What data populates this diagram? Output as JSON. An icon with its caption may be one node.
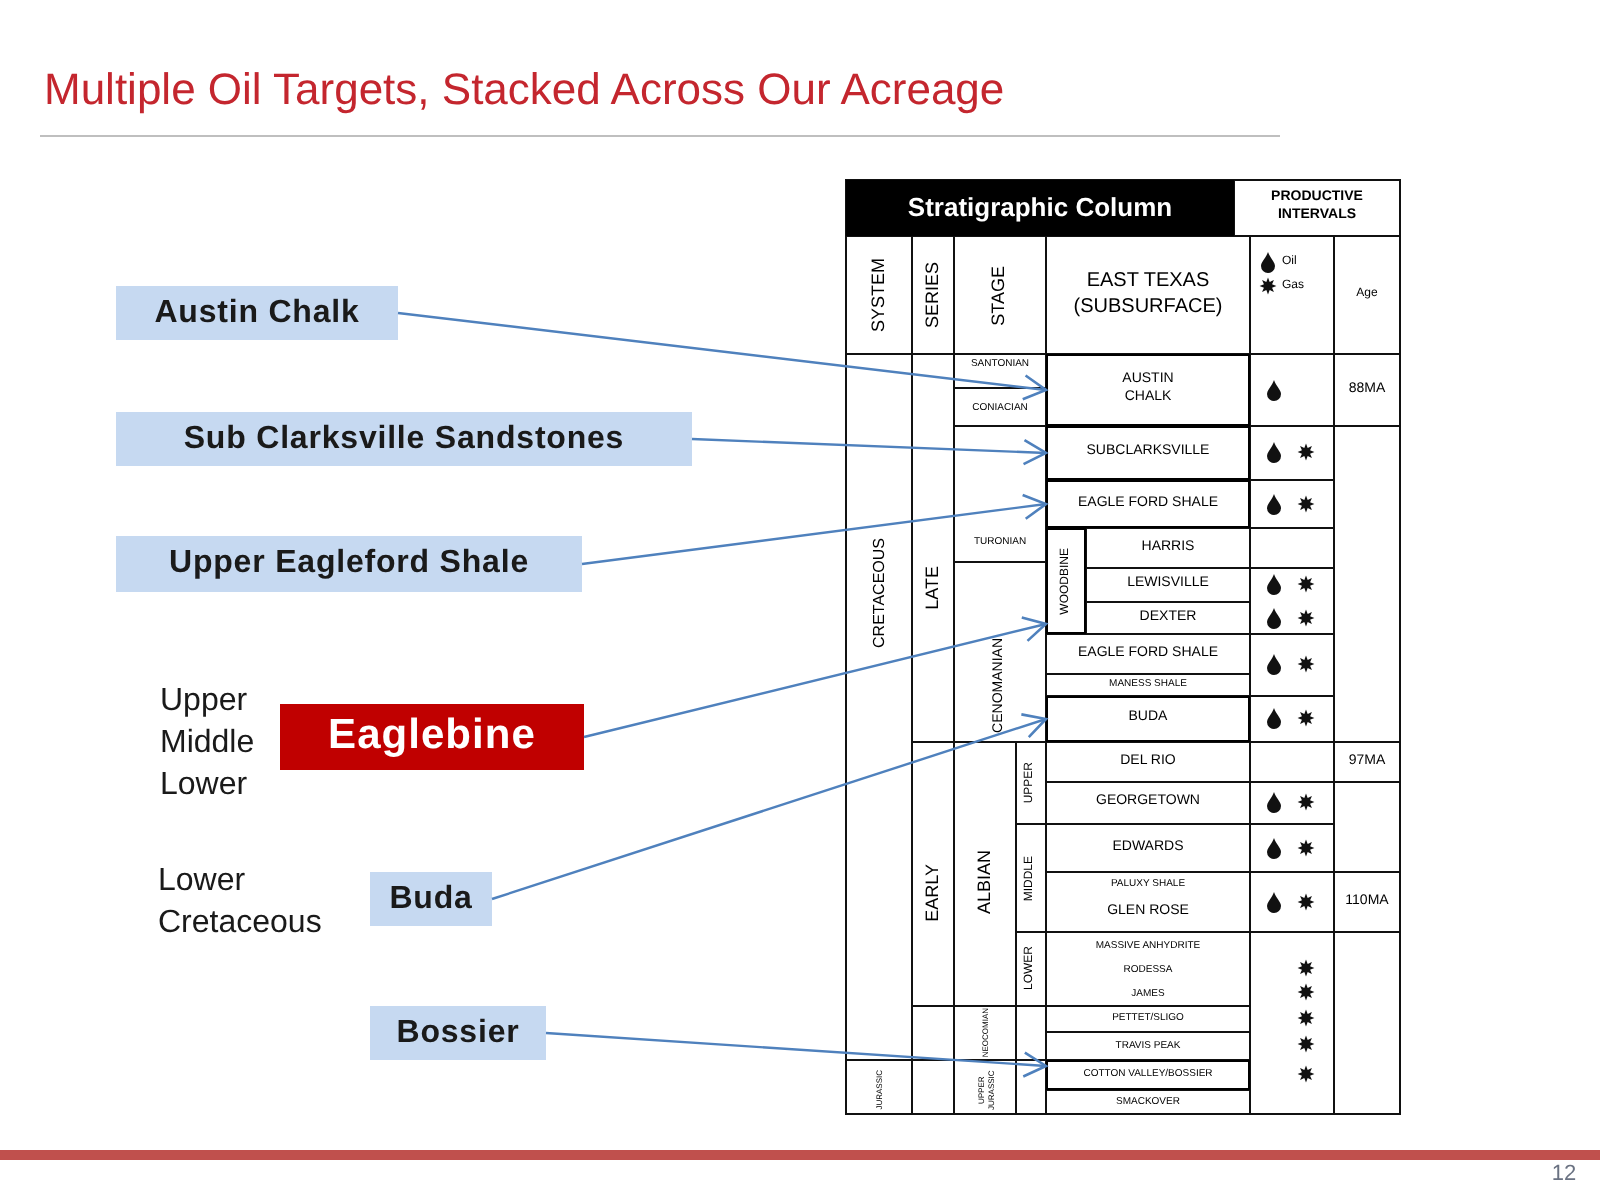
{
  "diagram": {
    "title": "Multiple Oil Targets, Stacked Across Our Acreage",
    "nodes": [
      {
        "text": [
          "Austin Chalk"
        ]
      },
      {
        "text": [
          "Sub Clarksville Sandstones"
        ]
      },
      {
        "text": [
          "Upper Eagleford Shale"
        ]
      },
      {
        "text": [
          "Eaglebine"
        ],
        "beside": [
          "Upper Middle Lower"
        ]
      },
      {
        "text": [
          "Buda"
        ],
        "beside": [
          "Lower Cretaceous"
        ]
      },
      {
        "text": [
          "Bossier"
        ]
      },
      {
        "text": [
          "AUSTIN CHALK"
        ]
      },
      {
        "text": [
          "SUBCLARKSVILLE"
        ]
      },
      {
        "text": [
          "EAGLE FORD SHALE"
        ]
      },
      {
        "text": [
          "WOODBINE"
        ]
      },
      {
        "text": [
          "BUDA"
        ]
      },
      {
        "text": [
          "COTTON VALLEY/BOSSIER"
        ]
      }
    ],
    "edges": [
      {
        "from": 0,
        "to": 6,
        "arrow": "to"
      },
      {
        "from": 1,
        "to": 7,
        "arrow": "to"
      },
      {
        "from": 2,
        "to": 8,
        "arrow": "to"
      },
      {
        "from": 3,
        "to": 9,
        "arrow": "to"
      },
      {
        "from": 4,
        "to": 10,
        "arrow": "to"
      },
      {
        "from": 5,
        "to": 11,
        "arrow": "to"
      }
    ],
    "labels": [
      "Stratigraphic Column",
      "PRODUCTIVE INTERVALS",
      "SYSTEM",
      "SERIES",
      "STAGE",
      "EAST TEXAS (SUBSURFACE)",
      "Age",
      "SANTONIAN",
      "88MA",
      "CONIACIAN",
      "TURONIAN",
      "CRETACEOUS",
      "LATE",
      "HARRIS",
      "LEWISVILLE",
      "DEXTER",
      "CENOMANIAN",
      "EAGLE FORD SHALE",
      "MANESS SHALE",
      "DEL RIO",
      "97MA",
      "EARLY",
      "ALBIAN",
      "UPPER",
      "GEORGETOWN",
      "EDWARDS",
      "MIDDLE",
      "PALUXY SHALE",
      "GLEN ROSE",
      "110MA",
      "LOWER",
      "MASSIVE ANHYDRITE",
      "RODESSA",
      "JAMES",
      "PETTET/SLIGO",
      "NEOCOMIAN",
      "TRAVIS PEAK",
      "JURASSIC",
      "UPPER JURASSIC",
      "SMACKOVER",
      "12"
    ],
    "legend": [
      {
        "text": "Oil"
      },
      {
        "text": "Gas"
      }
    ]
  }
}
